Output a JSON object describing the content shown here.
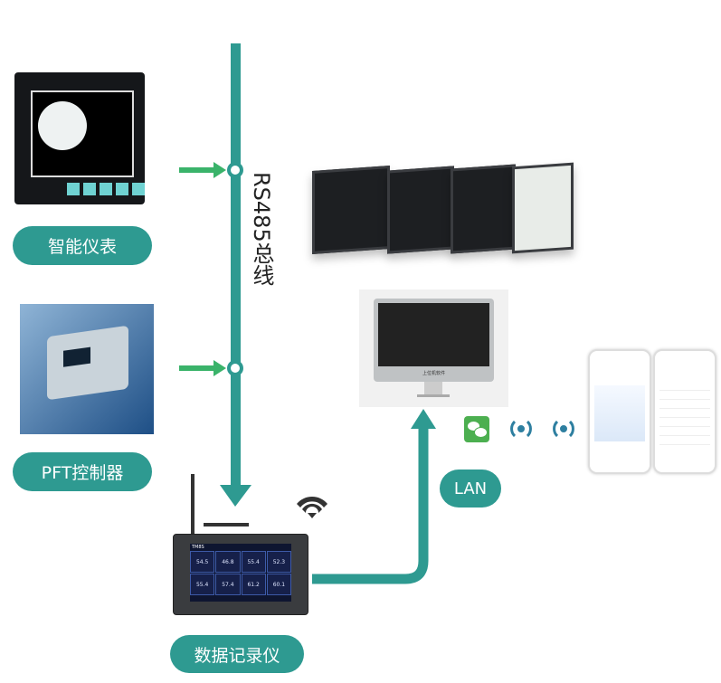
{
  "labels": {
    "meter": "智能仪表",
    "pft": "PFT控制器",
    "logger": "数据记录仪",
    "bus": "RS485总线",
    "lan": "LAN"
  },
  "monitor": {
    "caption": "上位机软件"
  },
  "logger": {
    "brand": "TM8S",
    "readings": [
      "54.5",
      "46.8",
      "55.4",
      "52.3",
      "55.4",
      "57.4",
      "61.2",
      "60.1"
    ]
  },
  "colors": {
    "teal": "#2e9a91",
    "green_arrow": "#3ab36a",
    "wechat": "#4caf50",
    "wireless": "#2e7fa0"
  },
  "icons": [
    "wifi-icon",
    "wechat-icon",
    "wireless-signal-icon"
  ]
}
